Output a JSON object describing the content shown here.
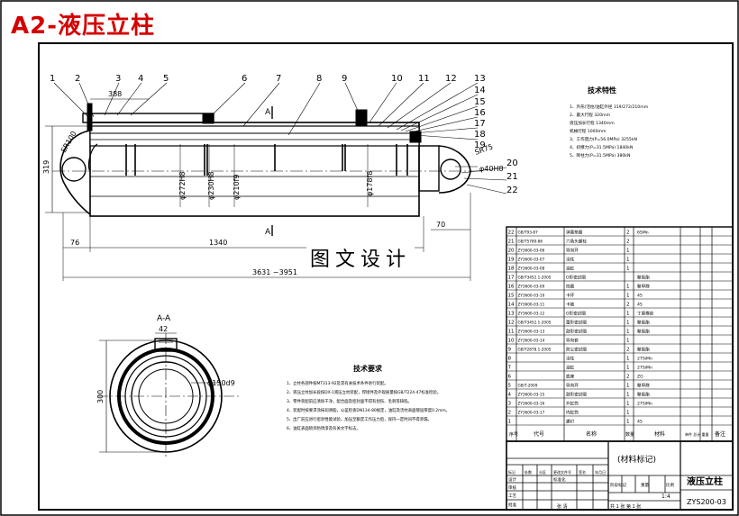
{
  "title": "A2-液压立柱",
  "watermark": "图文设计",
  "section_label": "A-A",
  "balloons": [
    "1",
    "2",
    "3",
    "4",
    "5",
    "6",
    "7",
    "8",
    "9",
    "10",
    "11",
    "12",
    "13",
    "14",
    "15",
    "16",
    "17",
    "18",
    "19",
    "20",
    "21",
    "22"
  ],
  "dims": {
    "d388": "388",
    "d319": "319",
    "sr100": "SR100",
    "phi272": "φ272H8",
    "phi230": "φ230H8",
    "phi210": "φ210f9",
    "phi178": "φ178f8",
    "sr75": "SR75",
    "phi40": "φ40H8",
    "d70": "70",
    "d76": "76",
    "d1340": "1340",
    "dtotal": "3631 ~3951",
    "a_top": "A",
    "a_bot": "A",
    "d42": "42",
    "d300": "300",
    "phi150": "φ150d9"
  },
  "tech_specs": {
    "heading": "技术特性",
    "lines": [
      "1、外形/活柱/油缸外径  319/272/210mm",
      "2、最大行程  320mm",
      "   液压加长行程  1340mm",
      "   机械行程  1000mm",
      "3、工作阻力(P=56.0MPa)  3255kN",
      "4、初撑力(P=31.5MPa)  1840kN",
      "5、降柱力(P=31.5MPa)  380kN"
    ]
  },
  "tech_requirements": {
    "heading": "技术要求",
    "lines": [
      "1、立柱各部件按MT313-92及其有关技术条件进行装配。",
      "2、液压立柱加长段按DX-1液压立柱装配，焊接件及外观质量按GB/T224-47标准检验。",
      "3、零件装配前应清除干净，配合面及密封面不得有划伤、毛刺等缺陷。",
      "4、装配时按要求涂抹润滑脂，公差检查DN134-80规定，油缸及活柱表面镀层厚度0.2mm。",
      "5、出厂前应进行密封性能试验，加压至额定工作压力后，保持一定时间不得渗漏。",
      "6、油缸表面喷涂防锈漆及有关文字标志。"
    ]
  },
  "bom_rows": [
    {
      "no": "22",
      "code": "GB/T93-87",
      "name": "弹簧垫圈",
      "qty": "2",
      "mat": "65Mn",
      "note": ""
    },
    {
      "no": "21",
      "code": "GB/T5780-86",
      "name": "六角头螺栓",
      "qty": "2",
      "mat": "",
      "note": ""
    },
    {
      "no": "20",
      "code": "ZY3600-03-06",
      "name": "导向环",
      "qty": "1",
      "mat": "",
      "note": ""
    },
    {
      "no": "19",
      "code": "ZY3600-03-07",
      "name": "活柱",
      "qty": "1",
      "mat": "",
      "note": ""
    },
    {
      "no": "18",
      "code": "ZY3600-03-08",
      "name": "油缸",
      "qty": "1",
      "mat": "",
      "note": ""
    },
    {
      "no": "17",
      "code": "GB/T3452.1-2005",
      "name": "O形密封圈",
      "qty": "",
      "mat": "聚氨酯",
      "note": ""
    },
    {
      "no": "16",
      "code": "ZY3600-03-09",
      "name": "挡圈",
      "qty": "1",
      "mat": "聚甲醛",
      "note": ""
    },
    {
      "no": "15",
      "code": "ZY3600-03-10",
      "name": "卡环",
      "qty": "1",
      "mat": "45",
      "note": ""
    },
    {
      "no": "14",
      "code": "ZY3600-03-11",
      "name": "卡箍",
      "qty": "2",
      "mat": "45",
      "note": ""
    },
    {
      "no": "13",
      "code": "ZY3600-03-12",
      "name": "O形密封圈",
      "qty": "1",
      "mat": "丁腈橡胶",
      "note": ""
    },
    {
      "no": "12",
      "code": "GB/T3452.1-2005",
      "name": "蕾形密封圈",
      "qty": "1",
      "mat": "聚氨酯",
      "note": ""
    },
    {
      "no": "11",
      "code": "ZY3600-03-13",
      "name": "鼓形密封圈",
      "qty": "1",
      "mat": "聚氨酯",
      "note": ""
    },
    {
      "no": "10",
      "code": "ZY3600-03-14",
      "name": "导向套",
      "qty": "1",
      "mat": "",
      "note": ""
    },
    {
      "no": "9",
      "code": "GB/T2878.1-2005",
      "name": "防尘密封圈",
      "qty": "2",
      "mat": "聚氨酯",
      "note": ""
    },
    {
      "no": "8",
      "code": "",
      "name": "活柱",
      "qty": "1",
      "mat": "27SiMn",
      "note": ""
    },
    {
      "no": "7",
      "code": "",
      "name": "油缸",
      "qty": "1",
      "mat": "27SiMn",
      "note": ""
    },
    {
      "no": "6",
      "code": "",
      "name": "底座",
      "qty": "2",
      "mat": "ZG",
      "note": ""
    },
    {
      "no": "5",
      "code": "GB/T-2009",
      "name": "导向环",
      "qty": "1",
      "mat": "聚甲醛",
      "note": ""
    },
    {
      "no": "4",
      "code": "ZY3600-03-15",
      "name": "鼓形密封圈",
      "qty": "1",
      "mat": "聚氨酯",
      "note": ""
    },
    {
      "no": "3",
      "code": "ZY3600-03-16",
      "name": "外缸筒",
      "qty": "1",
      "mat": "27SiMn",
      "note": ""
    },
    {
      "no": "2",
      "code": "ZY3600-03-17",
      "name": "内缸筒",
      "qty": "1",
      "mat": "",
      "note": ""
    },
    {
      "no": "1",
      "code": "",
      "name": "螺钉",
      "qty": "1",
      "mat": "45",
      "note": ""
    }
  ],
  "bom_header": {
    "no": "序号",
    "code": "代号",
    "name": "名称",
    "qty": "数量",
    "mat": "材料",
    "weight": "单件 总计 重量",
    "note": "备注"
  },
  "title_block": {
    "material_mark": "(材料标记)",
    "drawing_name": "液压立柱",
    "drawing_number": "ZYS200-03",
    "scale": "1:4",
    "stage_label": "阶段标记",
    "weight_label": "重量",
    "scale_label": "比例",
    "sheet": "共 1 张   第 1 张",
    "row_labels": [
      "标记",
      "处数",
      "分区",
      "更改文件号",
      "签名",
      "年月日"
    ],
    "roles": [
      "设计",
      "审核",
      "工艺",
      "批准"
    ],
    "std_label": "标准化",
    "school": "张 清"
  }
}
